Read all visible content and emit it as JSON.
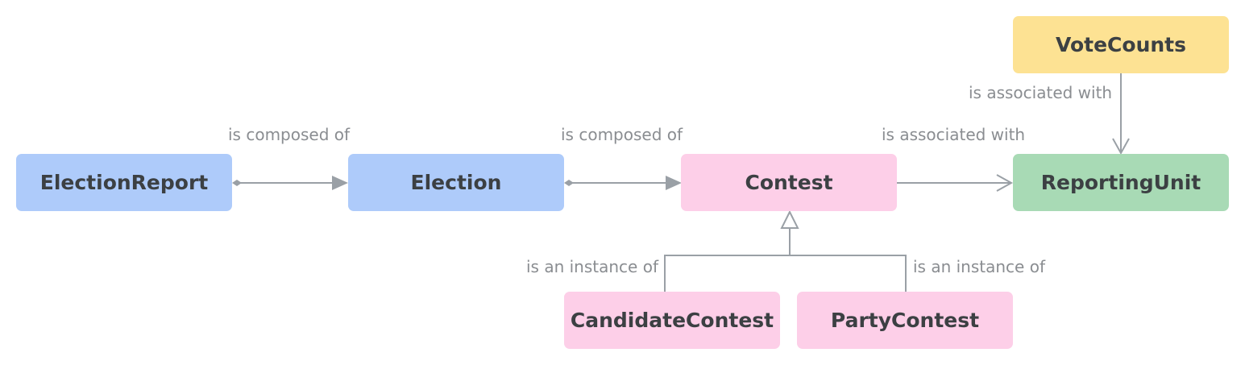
{
  "nodes": {
    "election_report": {
      "label": "ElectionReport",
      "color": "#aecbfa"
    },
    "election": {
      "label": "Election",
      "color": "#aecbfa"
    },
    "contest": {
      "label": "Contest",
      "color": "#fdcfe8"
    },
    "reporting_unit": {
      "label": "ReportingUnit",
      "color": "#a8dab5"
    },
    "vote_counts": {
      "label": "VoteCounts",
      "color": "#fde293"
    },
    "candidate_contest": {
      "label": "CandidateContest",
      "color": "#fdcfe8"
    },
    "party_contest": {
      "label": "PartyContest",
      "color": "#fdcfe8"
    }
  },
  "edges": {
    "report_to_election": {
      "label": "is composed of",
      "type": "composition"
    },
    "election_to_contest": {
      "label": "is composed of",
      "type": "composition"
    },
    "contest_to_reporting_unit": {
      "label": "is associated with",
      "type": "association"
    },
    "vote_counts_to_reporting_unit": {
      "label": "is associated with",
      "type": "association"
    },
    "candidate_contest_to_contest": {
      "label": "is an instance of",
      "type": "inheritance"
    },
    "party_contest_to_contest": {
      "label": "is an instance of",
      "type": "inheritance"
    }
  },
  "connector_color": "#9aa0a6"
}
